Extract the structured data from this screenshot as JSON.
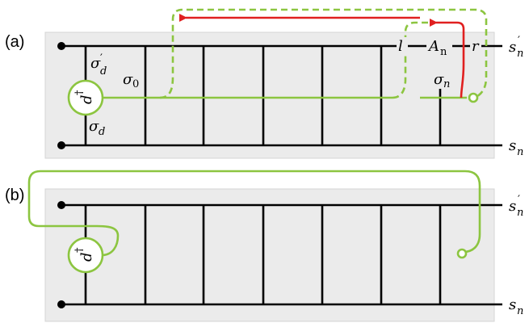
{
  "panels": {
    "a": {
      "label": "(a)",
      "top_rail_label": "s",
      "top_rail_sub": "n",
      "top_rail_prime": "′",
      "bottom_rail_label": "s",
      "bottom_rail_sub": "n",
      "operator_symbol": "d",
      "operator_dagger": "†",
      "sigma_d_prime": "σ",
      "sigma_d_prime_sup": "′",
      "sigma_d_prime_sub": "d",
      "sigma_d": "σ",
      "sigma_d_sub": "d",
      "sigma_0": "σ",
      "sigma_0_sub": "0",
      "sigma_n": "σ",
      "sigma_n_sub": "n",
      "l_label": "l",
      "r_label": "r",
      "A_label": "A",
      "A_sub": "n"
    },
    "b": {
      "label": "(b)",
      "top_rail_label": "s",
      "top_rail_sub": "n",
      "top_rail_prime": "′",
      "bottom_rail_label": "s",
      "bottom_rail_sub": "n",
      "operator_symbol": "d",
      "operator_dagger": "†"
    }
  },
  "colors": {
    "string": "#8cc540",
    "arrow": "#e02020",
    "panel": "#ebebeb",
    "lattice": "#000000"
  }
}
